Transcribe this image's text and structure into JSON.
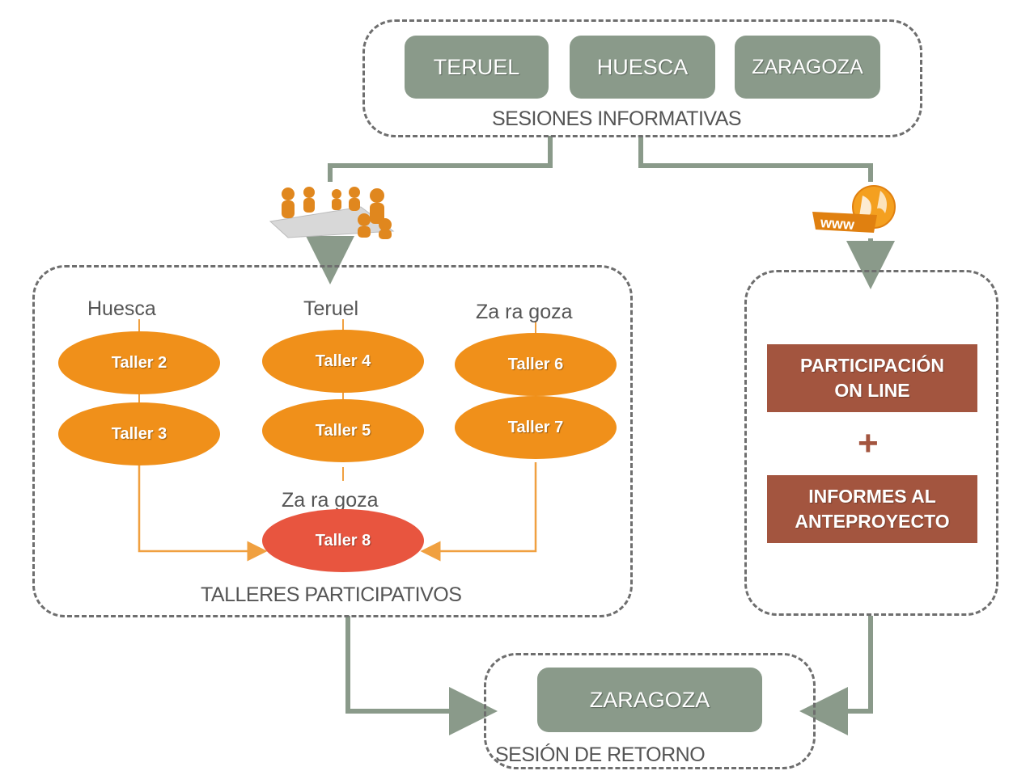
{
  "sesiones": {
    "cities": [
      "TERUEL",
      "HUESCA",
      "ZARAGOZA"
    ],
    "caption": "SESIONES INFORMATIVAS"
  },
  "talleres": {
    "columns": [
      {
        "city": "Huesca",
        "workshops": [
          "Taller 2",
          "Taller 3"
        ]
      },
      {
        "city": "Teruel",
        "workshops": [
          "Taller 4",
          "Taller 5"
        ]
      },
      {
        "city": "Za ra goza",
        "workshops": [
          "Taller 6",
          "Taller 7"
        ]
      }
    ],
    "final_city": "Za ra goza",
    "final_workshop": "Taller 8",
    "caption": "TALLERES PARTICIPATIVOS"
  },
  "online": {
    "box1": "PARTICIPACIÓN ON LINE",
    "plus": "+",
    "box2": "INFORMES AL ANTEPROYECTO"
  },
  "retorno": {
    "city": "ZARAGOZA",
    "caption": "SESIÓN DE RETORNO"
  },
  "icons": [
    "meeting-people-icon",
    "www-globe-icon"
  ],
  "colors": {
    "gray_box": "#8a9a8a",
    "orange": "#f0901a",
    "red": "#e8553f",
    "brown": "#a3553f",
    "connector": "#8a9a8a",
    "orange_line": "#f0a040"
  }
}
